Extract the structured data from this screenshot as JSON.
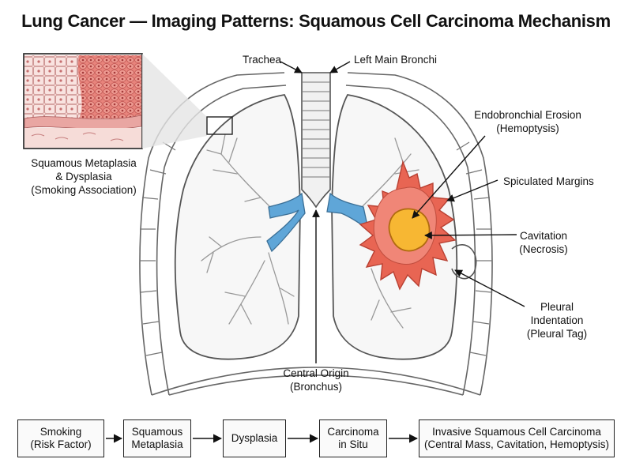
{
  "title": "Lung Cancer — Imaging Patterns: Squamous Cell Carcinoma Mechanism",
  "labels": {
    "trachea": "Trachea",
    "left_main_bronchi": "Left Main Bronchi",
    "metaplasia": [
      "Squamous Metaplasia",
      "& Dysplasia",
      "(Smoking Association)"
    ],
    "endobronchial": [
      "Endobronchial Erosion",
      "(Hemoptysis)"
    ],
    "spiculated": "Spiculated Margins",
    "cavitation": [
      "Cavitation",
      "(Necrosis)"
    ],
    "pleural": [
      "Pleural",
      "Indentation",
      "(Pleural Tag)"
    ],
    "central_origin": [
      "Central Origin",
      "(Bronchus)"
    ]
  },
  "flow": [
    {
      "line1": "Smoking",
      "line2": "(Risk Factor)"
    },
    {
      "line1": "Squamous",
      "line2": "Metaplasia"
    },
    {
      "line1": "Dysplasia",
      "line2": ""
    },
    {
      "line1": "Carcinoma",
      "line2": "in Situ"
    },
    {
      "line1": "Invasive Squamous Cell Carcinoma",
      "line2": "(Central Mass, Cavitation, Hemoptysis)"
    }
  ],
  "colors": {
    "bronchus_blue": "#5fa6d8",
    "tumor_red": "#e86553",
    "tumor_core": "#f7b733",
    "tissue_pink": "#f3c6c2",
    "outline": "#555555"
  }
}
